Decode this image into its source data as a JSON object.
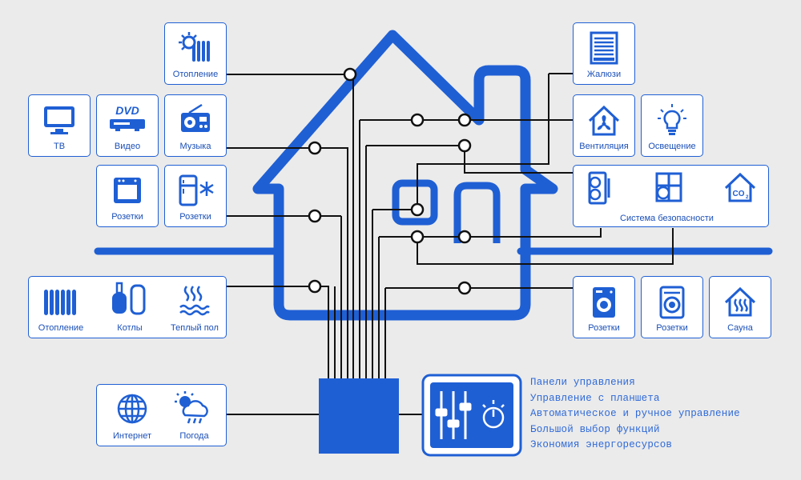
{
  "colors": {
    "primary": "#1f5fd4",
    "line": "#111111",
    "background": "#ebebeb",
    "text": "#1a4fb8"
  },
  "devices": {
    "heating_top": {
      "label": "Отопление",
      "icon": "sun-radiator-icon"
    },
    "blinds": {
      "label": "Жалюзи",
      "icon": "blinds-icon"
    },
    "tv": {
      "label": "ТВ",
      "icon": "tv-icon"
    },
    "video": {
      "label": "Видео",
      "icon": "dvd-player-icon",
      "badge": "DVD"
    },
    "music": {
      "label": "Музыка",
      "icon": "radio-icon"
    },
    "ventilation": {
      "label": "Вентиляция",
      "icon": "fan-house-icon"
    },
    "lighting": {
      "label": "Освещение",
      "icon": "light-bulb-icon"
    },
    "sockets_oven": {
      "label": "Розетки",
      "icon": "oven-icon"
    },
    "sockets_fridge": {
      "label": "Розетки",
      "icon": "fridge-snowflake-icon"
    },
    "security": {
      "label": "Система безопасности",
      "icons": [
        "door-sensor-icon",
        "window-icon",
        "co2-house-icon"
      ],
      "co2": "CO"
    },
    "climate": {
      "items": [
        {
          "label": "Отопление",
          "icon": "radiator-icon"
        },
        {
          "label": "Котлы",
          "icon": "boiler-icon"
        },
        {
          "label": "Теплый пол",
          "icon": "heated-floor-icon"
        }
      ]
    },
    "sockets_washer": {
      "label": "Розетки",
      "icon": "washing-machine-icon"
    },
    "sockets_dryer": {
      "label": "Розетки",
      "icon": "dryer-icon"
    },
    "sauna": {
      "label": "Сауна",
      "icon": "sauna-icon"
    },
    "network": {
      "items": [
        {
          "label": "Интернет",
          "icon": "globe-icon"
        },
        {
          "label": "Погода",
          "icon": "weather-icon"
        }
      ]
    }
  },
  "features": [
    "Панели управления",
    "Управление с планшета",
    "Автоматическое и ручное управление",
    "Большой выбор функций",
    "Экономия энергоресурсов"
  ]
}
